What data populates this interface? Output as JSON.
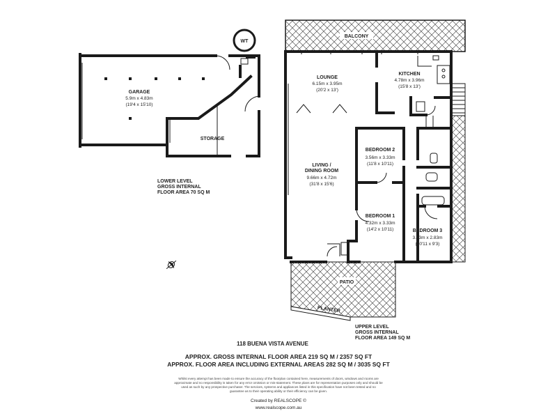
{
  "rooms": {
    "wt": "WT",
    "balcony": "BALCONY",
    "lounge": {
      "name": "LOUNGE",
      "metric": "6.15m x 3.95m",
      "imperial": "(20'2 x 13')"
    },
    "kitchen": {
      "name": "KITCHEN",
      "metric": "4.78m x 3.96m",
      "imperial": "(15'8 x 13')"
    },
    "garage": {
      "name": "GARAGE",
      "metric": "5.9m x 4.83m",
      "imperial": "(19'4 x 15'10)"
    },
    "storage": "STORAGE",
    "bedroom2": {
      "name": "BEDROOM 2",
      "metric": "3.56m x 3.33m",
      "imperial": "(11'8 x 10'11)"
    },
    "living": {
      "name1": "LIVING /",
      "name2": "DINING ROOM",
      "metric": "9.66m x 4.72m",
      "imperial": "(31'8 x 15'6)"
    },
    "bedroom1": {
      "name": "BEDROOM 1",
      "metric": "4.32m x 3.33m",
      "imperial": "(14'2 x 10'11)"
    },
    "bedroom3": {
      "name": "BEDROOM 3",
      "metric": "3.33m x 2.83m",
      "imperial": "(10'11 x 9'3)"
    },
    "patio": "PATIO",
    "planter": "PLANTER"
  },
  "levels": {
    "lower": [
      "LOWER LEVEL",
      "GROSS INTERNAL",
      "FLOOR AREA 70 SQ M"
    ],
    "upper": [
      "UPPER LEVEL",
      "GROSS INTERNAL",
      "FLOOR AREA 149 SQ M"
    ]
  },
  "footer": {
    "address": "118 BUENA VISTA AVENUE",
    "gross_area": "APPROX. GROSS INTERNAL FLOOR AREA 219 SQ M / 2357 SQ FT",
    "total_area": "APPROX. FLOOR AREA INCLUDING EXTERNAL AREAS 282 SQ M / 3035 SQ FT",
    "disclaimer": [
      "Whilst every attempt has been made to ensure the accuracy of the floorplan contained here, measurements of doors, windows and rooms are",
      "approximate and no responsibility is taken for any error omission or mis-statement. These plans are for representation purposes only and should be",
      "used as such by any prospective purchaser. The services, systems and appliances listed in this specification have not been tested and no",
      "guarantee as to their operating ability or their efficiency can be given."
    ],
    "credit": "Created by REALSCOPE ©",
    "website": "www.realscope.com.au"
  },
  "colors": {
    "wall": "#1a1a1a",
    "hatch": "#555555",
    "text": "#222222"
  },
  "icons": [
    "compass-icon",
    "water-tank-icon"
  ]
}
